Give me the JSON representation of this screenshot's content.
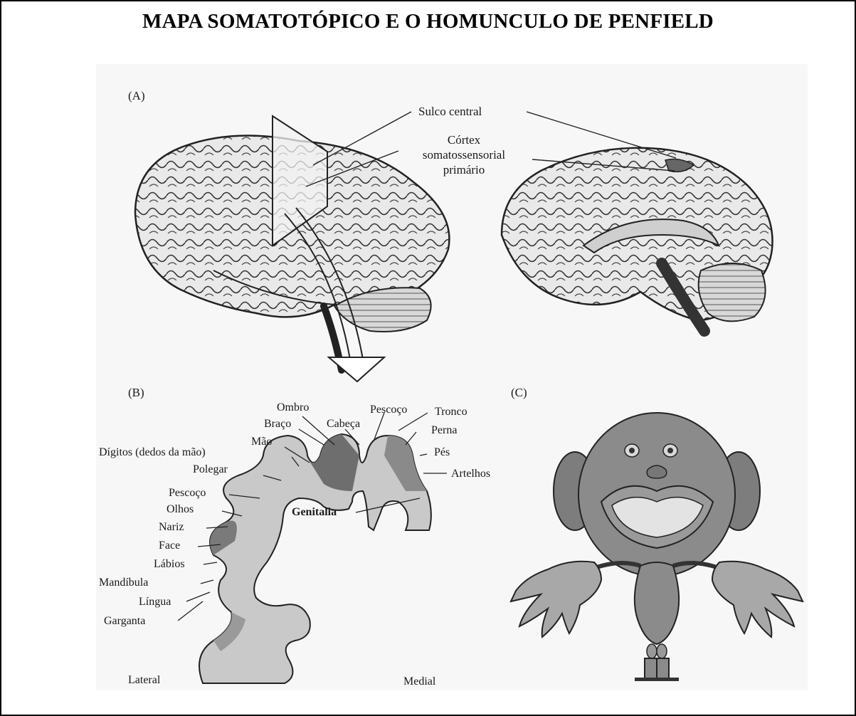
{
  "title": "MAPA SOMATOTÓPICO E O HOMUNCULO DE PENFIELD",
  "panels": {
    "a": "(A)",
    "b": "(B)",
    "c": "(C)"
  },
  "labels_a": {
    "sulco": "Sulco central",
    "cortex1": "Córtex",
    "cortex2": "somatossensorial",
    "cortex3": "primário"
  },
  "labels_b": {
    "ombro": "Ombro",
    "pescoco_top": "Pescoço",
    "tronco": "Tronco",
    "braco": "Braço",
    "cabeca": "Cabeça",
    "perna": "Perna",
    "mao": "Mão",
    "pes": "Pés",
    "digitos": "Dígitos (dedos da mão)",
    "artelhos": "Artelhos",
    "polegar": "Polegar",
    "pescoco": "Pescoço",
    "olhos": "Olhos",
    "genitalia": "Genitalia",
    "nariz": "Nariz",
    "face": "Face",
    "labios": "Lábios",
    "mandibula": "Mandíbula",
    "lingua": "Língua",
    "garganta": "Garganta",
    "lateral": "Lateral",
    "medial": "Medial"
  }
}
